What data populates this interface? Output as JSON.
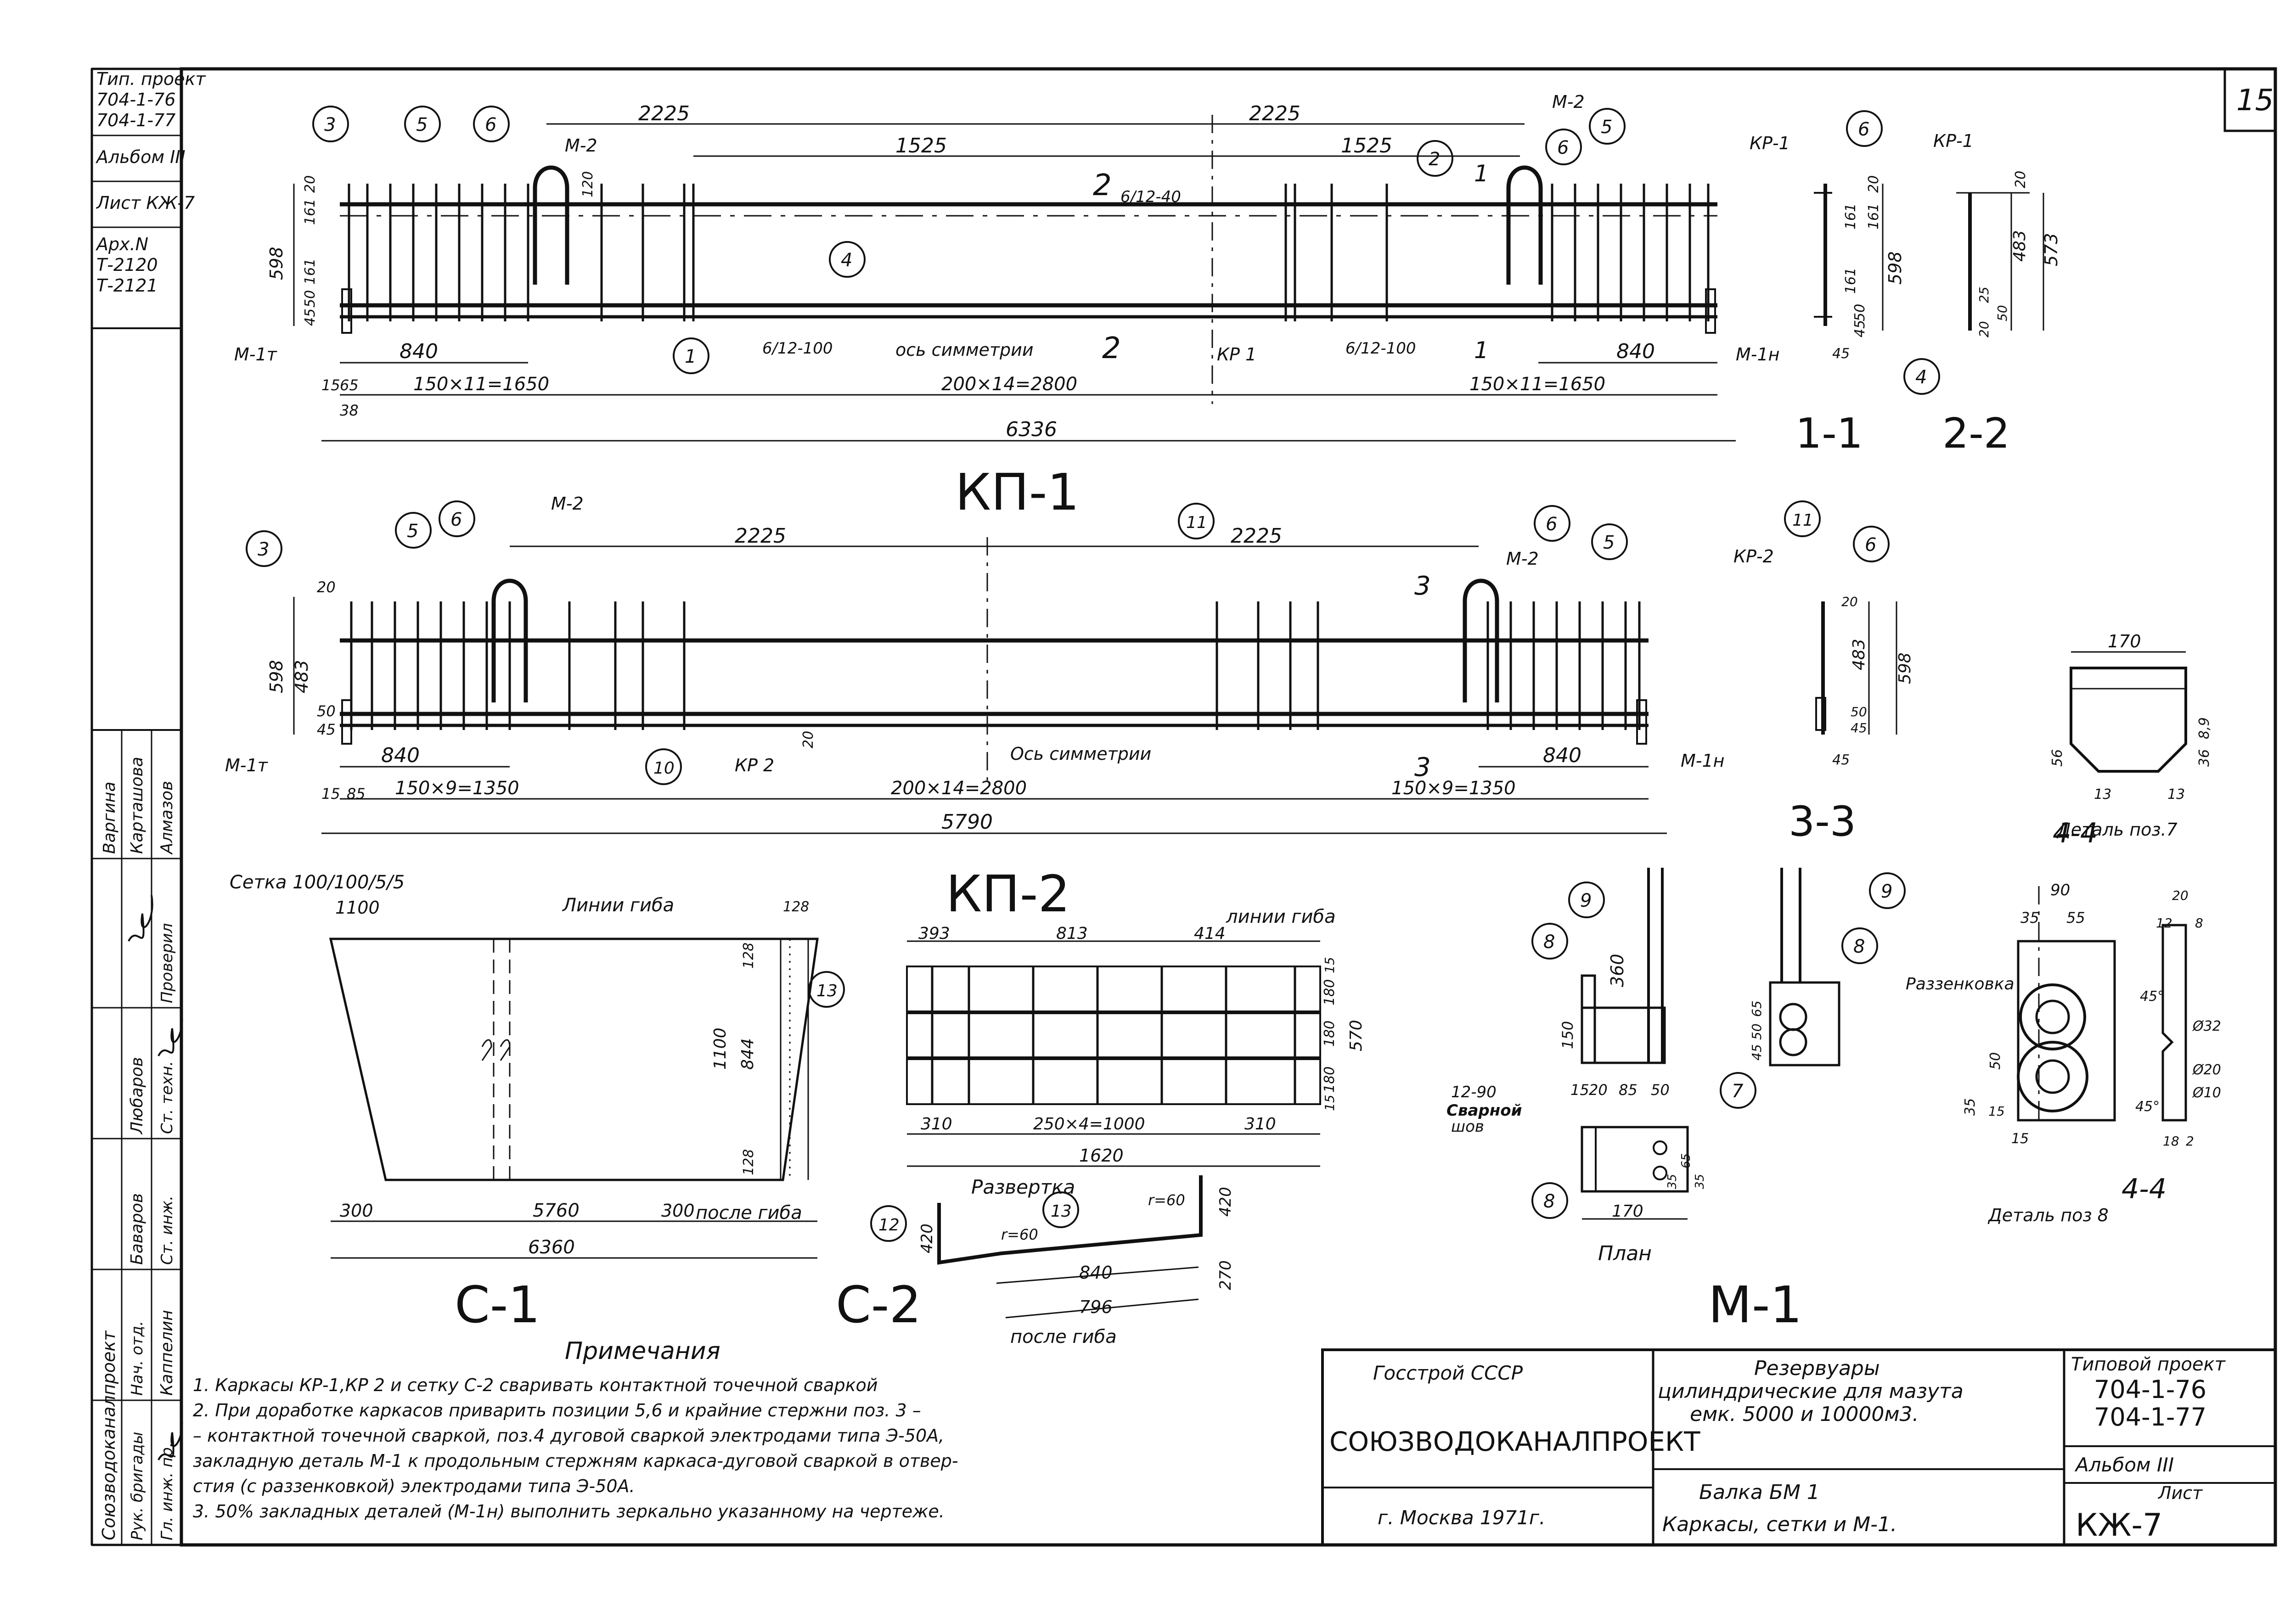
{
  "sheet": {
    "number": "15",
    "stamp_left": [
      "Тип. проект",
      "704-1-76",
      "704-1-77",
      "Альбом III",
      "Лист КЖ-7",
      "Арх.N",
      "Т-2120",
      "Т-2121"
    ]
  },
  "sections": {
    "kp1": "КП-1",
    "kp2": "КП-2",
    "s1": "С-1",
    "s2": "С-2",
    "m1": "М-1",
    "sec11": "1-1",
    "sec22": "2-2",
    "sec33": "3-3",
    "sec44": "4-4"
  },
  "kp1": {
    "dims": [
      "2225",
      "2225",
      "1525",
      "1525",
      "840",
      "840",
      "150×11=1650",
      "200×14=2800",
      "150×11=1650",
      "6336",
      "598",
      "20",
      "161",
      "161",
      "50",
      "45",
      "15",
      "65",
      "38",
      "120"
    ],
    "labels": [
      "М-2",
      "М-2",
      "М-1т",
      "М-1н",
      "КР 1",
      "ось симметрии",
      "6/12-100",
      "6/12-100",
      "6/12-40"
    ],
    "callouts": [
      "3",
      "5",
      "6",
      "6",
      "5",
      "2",
      "4",
      "1",
      "2",
      "2",
      "1",
      "1"
    ]
  },
  "kp2": {
    "dims": [
      "2225",
      "2225",
      "840",
      "840",
      "150×9=1350",
      "200×14=2800",
      "150×9=1350",
      "5790",
      "598",
      "483",
      "20",
      "50",
      "45",
      "85",
      "15",
      "20"
    ],
    "labels": [
      "М-2",
      "М-2",
      "М-1т",
      "М-1н",
      "КР 2",
      "Ось симметрии"
    ],
    "callouts": [
      "3",
      "5",
      "6",
      "11",
      "6",
      "5",
      "10",
      "3",
      "3"
    ]
  },
  "sec11": {
    "labels": [
      "КР-1"
    ],
    "dims": [
      "20",
      "161",
      "161",
      "598",
      "161",
      "50",
      "45",
      "45"
    ],
    "callout": "6"
  },
  "sec22": {
    "labels": [
      "КР-1"
    ],
    "dims": [
      "20",
      "483",
      "573",
      "25",
      "50",
      "20"
    ],
    "callout": "4"
  },
  "sec33": {
    "labels": [
      "КР-2"
    ],
    "dims": [
      "483",
      "598",
      "20",
      "50",
      "45",
      "45"
    ],
    "callouts": [
      "11",
      "6"
    ]
  },
  "detail7": {
    "title": "Деталь поз.7",
    "dims": [
      "170",
      "8,9",
      "36",
      "56",
      "13",
      "13"
    ]
  },
  "detail8": {
    "title": "Деталь поз 8",
    "dims": [
      "90",
      "35",
      "55",
      "20",
      "12",
      "8",
      "45°",
      "45°",
      "50",
      "35",
      "15",
      "15",
      "18",
      "2",
      "Ø32",
      "Ø20",
      "Ø10"
    ],
    "label": "Раззенковка"
  },
  "s1": {
    "title": "Сетка 100/100/5/5",
    "bend_label": "Линии гиба",
    "dims": [
      "1100",
      "1100",
      "844",
      "128",
      "128",
      "128",
      "300",
      "5760",
      "300",
      "6360"
    ],
    "after_bend": "после гиба"
  },
  "s2": {
    "bend_label": "линии гиба",
    "dims": [
      "393",
      "813",
      "414",
      "180",
      "180",
      "180",
      "15",
      "15",
      "570",
      "310",
      "250×4=1000",
      "310",
      "1620",
      "420",
      "420",
      "270",
      "840",
      "796"
    ],
    "radius": [
      "r=60",
      "r=60"
    ],
    "razvertka": "Развертка",
    "after_bend": "после гиба",
    "callouts": [
      "13",
      "12",
      "13"
    ]
  },
  "m1": {
    "dims": [
      "360",
      "150",
      "15",
      "20",
      "85",
      "50",
      "170",
      "45",
      "50",
      "65",
      "35",
      "65",
      "35"
    ],
    "weld": [
      "12-90",
      "Сварной",
      "шов"
    ],
    "plan": "План",
    "callouts": [
      "9",
      "8",
      "9",
      "8",
      "7",
      "8"
    ]
  },
  "notes": {
    "title": "Примечания",
    "items": [
      "1. Каркасы КР-1,КР 2 и сетку С-2 сваривать контактной точечной сваркой",
      "2. При доработке каркасов приварить позиции 5,6 и крайние стержни поз. 3 –",
      "– контактной точечной сваркой, поз.4 дуговой сваркой электродами типа Э-50А,",
      "закладную деталь М-1 к продольным стержням каркаса-дуговой сваркой в отвер-",
      "стия (с раззенковкой) электродами типа Э-50А.",
      "3. 50% закладных деталей (М-1н) выполнить зеркально указанному на чертеже."
    ]
  },
  "titleblock": {
    "org": "Госстрой СССР",
    "institute": "СОЮЗВОДОКАНАЛПРОЕКТ",
    "city": "г. Москва   1971г.",
    "project": [
      "Резервуары",
      "цилиндрические для мазута",
      "емк. 5000 и 10000м3."
    ],
    "object": "Балка БМ 1",
    "content": "Каркасы, сетки и М-1.",
    "type_project": "Типовой проект",
    "codes": [
      "704-1-76",
      "704-1-77"
    ],
    "album": "Альбом III",
    "sheet_label": "Лист",
    "sheet": "КЖ-7"
  },
  "signatures": {
    "roles": [
      "Рук. бригады",
      "Гл. инж. пр.",
      "Нач. отд.",
      "Ст. инж.",
      "Ст. техн.",
      "Проверил"
    ],
    "names": [
      "Варгина",
      "Карташова",
      "Алмазов",
      "Каппелин",
      "Баваров",
      "Любаров"
    ],
    "vertical": "Союзводоканалпроект"
  }
}
